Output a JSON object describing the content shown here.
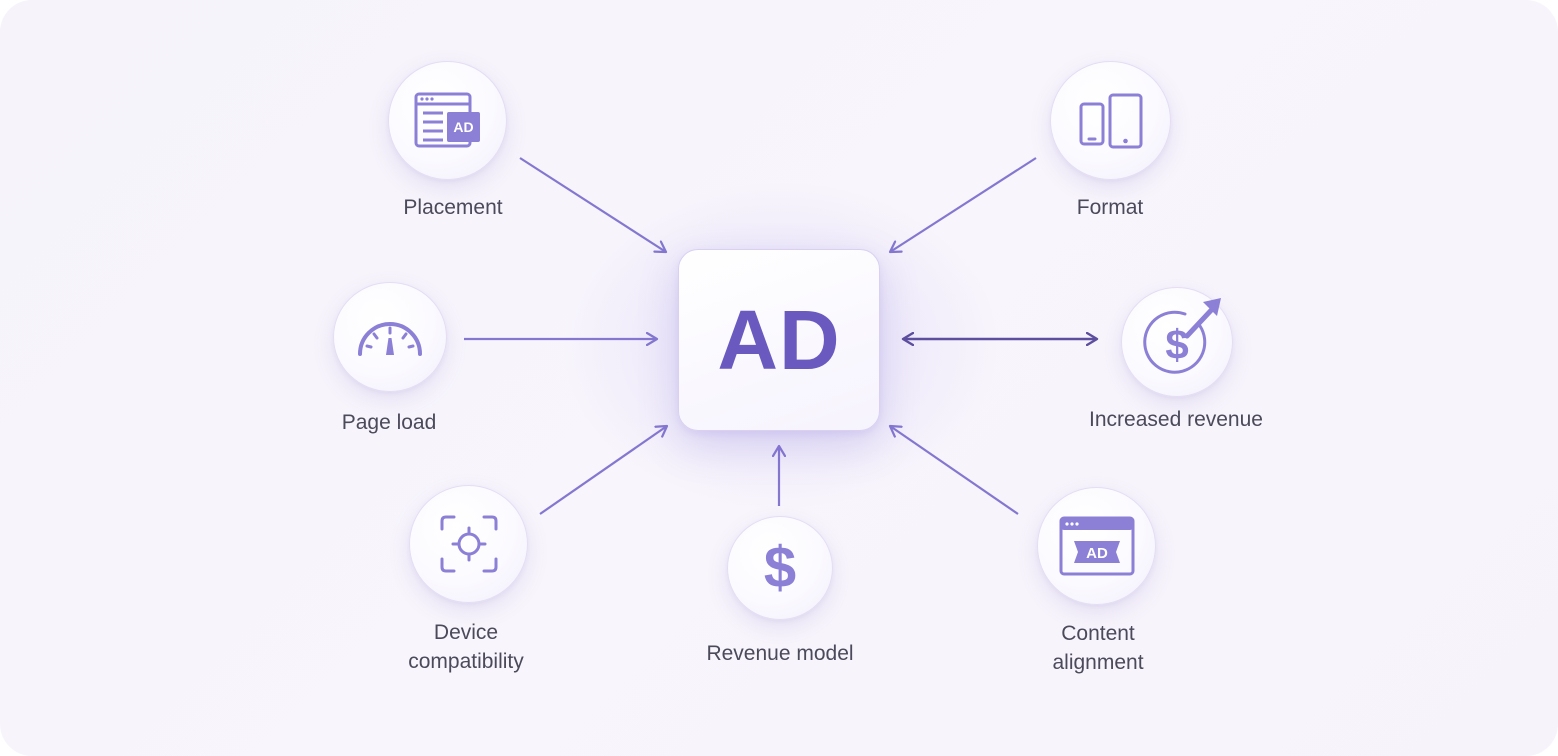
{
  "center": {
    "label": "AD"
  },
  "nodes": {
    "placement": {
      "label": "Placement",
      "icon": "browser-ad-icon",
      "icon_badge": "AD"
    },
    "format": {
      "label": "Format",
      "icon": "phone-tablet-icon"
    },
    "page_load": {
      "label": "Page load",
      "icon": "speedometer-icon"
    },
    "increased_revenue": {
      "label": "Increased revenue",
      "icon": "dollar-growth-icon",
      "icon_glyph": "$"
    },
    "device_compatibility": {
      "label_line1": "Device",
      "label_line2": "compatibility",
      "icon": "focus-target-icon"
    },
    "revenue_model": {
      "label": "Revenue model",
      "icon": "dollar-icon",
      "icon_glyph": "$"
    },
    "content_alignment": {
      "label_line1": "Content",
      "label_line2": "alignment",
      "icon": "browser-ad-banner-icon",
      "icon_badge": "AD"
    }
  },
  "colors": {
    "accent": "#6a5ac0",
    "icon": "#8b7fd6",
    "arrow": "#8477d0",
    "arrow_dark": "#5d4f9e",
    "text": "#4b4a5a"
  }
}
